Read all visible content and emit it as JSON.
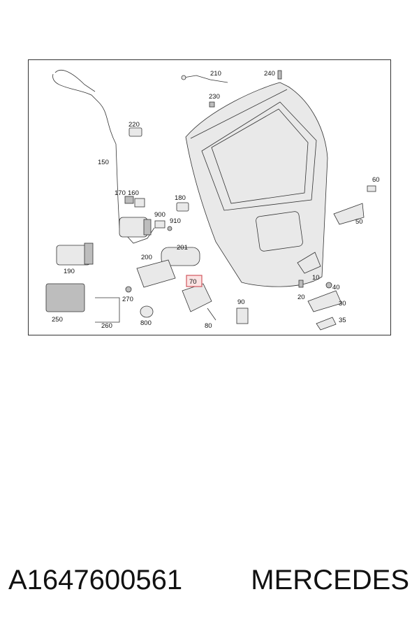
{
  "diagram": {
    "callouts": {
      "c210": "210",
      "c240": "240",
      "c230": "230",
      "c220": "220",
      "c150": "150",
      "c170": "170",
      "c160": "160",
      "c180": "180",
      "c900": "900",
      "c910": "910",
      "c60": "60",
      "c50": "50",
      "c201": "201",
      "c190": "190",
      "c200": "200",
      "c70": "70",
      "c10": "10",
      "c40": "40",
      "c20": "20",
      "c250": "250",
      "c270": "270",
      "c260": "260",
      "c800": "800",
      "c90": "90",
      "c30": "30",
      "c80": "80",
      "c35": "35"
    },
    "highlighted_callout": "70",
    "highlight_color": "#d2575e"
  },
  "caption": {
    "part_number": "A1647600561",
    "brand": "MERCEDES"
  }
}
